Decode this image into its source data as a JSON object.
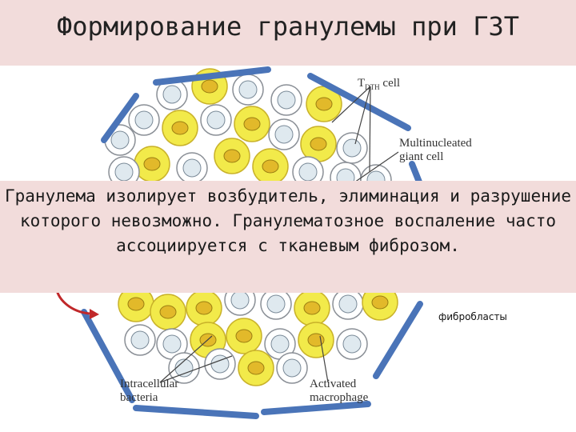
{
  "slide": {
    "title": "Формирование гранулемы при ГЗТ",
    "caption": "Гранулема изолирует возбудитель, элиминация и разрушение которого невозможно. Гранулематозное воспаление часто ассоциируется с тканевым фиброзом.",
    "fibroblast_label": "фибробласты"
  },
  "diagram": {
    "labels": {
      "tdth_cell": "T",
      "tdth_sub": "DTH",
      "tdth_suffix": " cell",
      "giant_cell_1": "Multinucleated",
      "giant_cell_2": "giant cell",
      "bacteria_1": "Intracellular",
      "bacteria_2": "bacteria",
      "macrophage_1": "Activated",
      "macrophage_2": "macrophage"
    }
  },
  "colors": {
    "title_band": "#f2dcdb",
    "fibroblast_fill": "#4a74b8",
    "macrophage_fill": "#f2ea4a",
    "lymphocyte_fill": "#dfe9ef",
    "arrow_red": "#c0282a"
  }
}
